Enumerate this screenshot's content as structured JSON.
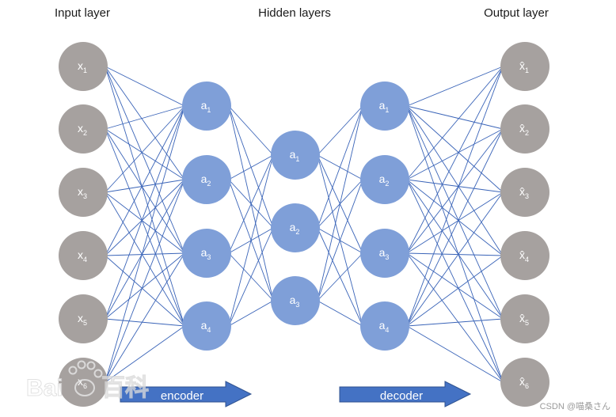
{
  "titles": {
    "input": "Input layer",
    "hidden": "Hidden layers",
    "output": "Output layer"
  },
  "arrows": {
    "encoder": "encoder",
    "decoder": "decoder"
  },
  "colors": {
    "input_node": "#a6a19f",
    "hidden_node": "#7f9fd8",
    "output_node": "#a6a19f",
    "edge": "#3a64b8",
    "arrow_fill": "#4472c4",
    "arrow_stroke": "#2f528f"
  },
  "layers": [
    {
      "name": "input",
      "type": "input",
      "labels": [
        [
          "x",
          "1"
        ],
        [
          "x",
          "2"
        ],
        [
          "x",
          "3"
        ],
        [
          "x",
          "4"
        ],
        [
          "x",
          "5"
        ],
        [
          "x",
          "6"
        ]
      ]
    },
    {
      "name": "hidden1",
      "type": "hidden",
      "labels": [
        [
          "a",
          "1"
        ],
        [
          "a",
          "2"
        ],
        [
          "a",
          "3"
        ],
        [
          "a",
          "4"
        ]
      ]
    },
    {
      "name": "hidden2",
      "type": "hidden",
      "labels": [
        [
          "a",
          "1"
        ],
        [
          "a",
          "2"
        ],
        [
          "a",
          "3"
        ]
      ]
    },
    {
      "name": "hidden3",
      "type": "hidden",
      "labels": [
        [
          "a",
          "1"
        ],
        [
          "a",
          "2"
        ],
        [
          "a",
          "3"
        ],
        [
          "a",
          "4"
        ]
      ]
    },
    {
      "name": "output",
      "type": "output",
      "labels": [
        [
          "x̂",
          "1"
        ],
        [
          "x̂",
          "2"
        ],
        [
          "x̂",
          "3"
        ],
        [
          "x̂",
          "4"
        ],
        [
          "x̂",
          "5"
        ],
        [
          "x̂",
          "6"
        ]
      ]
    }
  ],
  "watermarks": {
    "baidu_prefix": "Bai",
    "baidu_suffix": "百科",
    "csdn": "CSDN @喵桑さん"
  }
}
